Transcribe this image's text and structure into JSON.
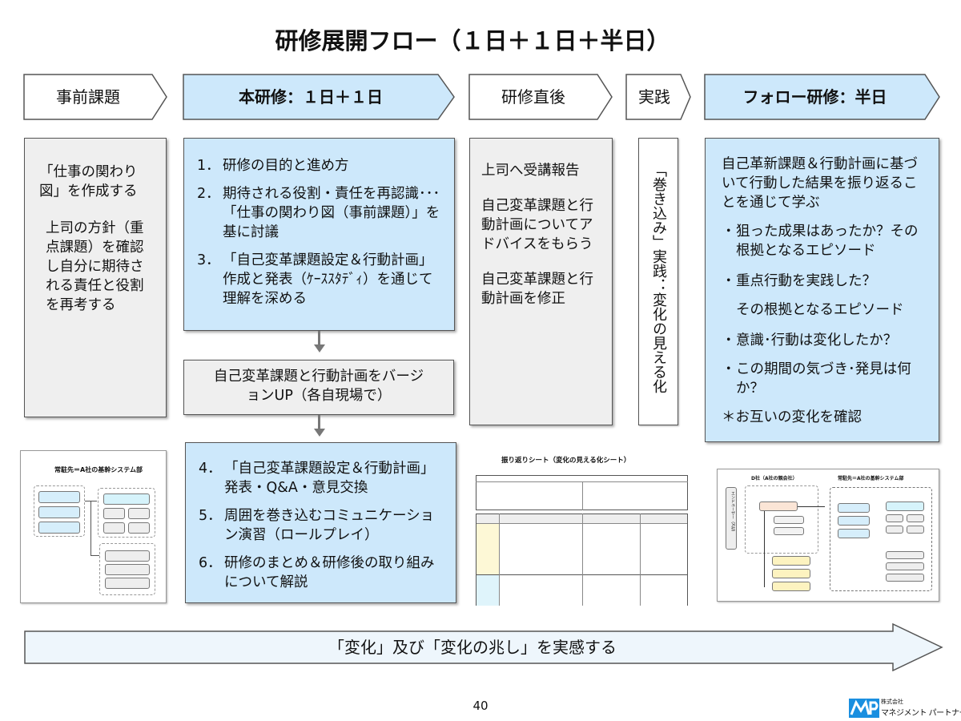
{
  "title": "研修展開フロー（１日＋１日＋半日）",
  "headers": [
    {
      "label": "事前課題"
    },
    {
      "label": "本研修：１日＋１日"
    },
    {
      "label": "研修直後"
    },
    {
      "label": "実践"
    },
    {
      "label": "フォロー研修：半日"
    }
  ],
  "prework": {
    "p1": "「仕事の関わり図」を作成する",
    "p2": "上司の方針（重点課題）を確認し自分に期待される責任と役割を再考する"
  },
  "main_training_1": [
    {
      "num": "1．",
      "text": "研修の目的と進め方"
    },
    {
      "num": "2．",
      "text": "期待される役割・責任を再認識･･･「仕事の関わり図（事前課題）」を基に討議"
    },
    {
      "num": "3．",
      "text": "「自己変革課題設定＆行動計画」作成と発表（ｹｰｽｽﾀﾃﾞｨ）を通じて理解を深める"
    }
  ],
  "interim_box": "自己変革課題と行動計画をバージョンUP（各自現場で）",
  "main_training_2": [
    {
      "num": "4．",
      "text": "「自己変革課題設定＆行動計画」発表・Q&A・意見交換"
    },
    {
      "num": "5．",
      "text": "周囲を巻き込むコミュニケーション演習（ロールプレイ）"
    },
    {
      "num": "6．",
      "text": "研修のまとめ＆研修後の取り組みについて解説"
    }
  ],
  "after": {
    "p1": "上司へ受講報告",
    "p2": "自己変革課題と行動計画についてアドバイスをもらう",
    "p3": "自己変革課題と行動計画を修正"
  },
  "practice_vertical": "「巻き込み」実践：変化の見える化",
  "followup": {
    "intro": "自己革新課題＆行動計画に基づいて行動した結果を振り返ることを通じて学ぶ",
    "bullets": [
      {
        "mark": "・",
        "text": "狙った成果はあったか？その根拠となるエピソード"
      },
      {
        "mark": "・",
        "text": "重点行動を実践した？"
      },
      {
        "mark": "",
        "text": "その根拠となるエピソード"
      },
      {
        "mark": "・",
        "text": "意識･行動は変化したか？"
      },
      {
        "mark": "・",
        "text": "この期間の気づき･発見は何か？"
      }
    ],
    "note": "＊お互いの変化を確認"
  },
  "thumbnails": {
    "org_chart_title": "常駐先＝A社の基幹システム部",
    "sheet_title": "振り返りシート（変化の見える化シート）",
    "d_company_title": "D社（A社の親会社）",
    "d_right_title": "常駐先＝A社の基幹システム部",
    "end_user": "エンドユーザー（X社）"
  },
  "bottom_arrow": "「変化」及び「変化の兆し」を実感する",
  "page_number": "40",
  "logo": {
    "line1": "株式会社",
    "line2": "マネジメント パートナー"
  },
  "colors": {
    "blue": "#cde8fb",
    "gray": "#efefef",
    "border": "#555555",
    "logo_blue": "#1a8fe0"
  }
}
